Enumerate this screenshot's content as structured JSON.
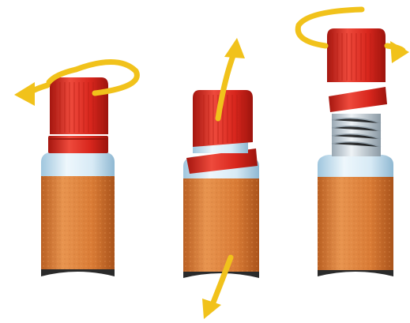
{
  "colors": {
    "cap": "#d8261d",
    "cap_dark": "#a5160f",
    "cap_light": "#ee4a3c",
    "cap_ridge": "#b81d14",
    "seal_band": "#c8221a",
    "bottle_label": "#d97b35",
    "bottle_label_dark": "#b95f22",
    "bottle_label_light": "#e8944f",
    "bottle_glass": "#d7eaf5",
    "bottle_glass_dark": "#9fc6de",
    "bottle_base": "#2a2a2a",
    "thread": "#c9d3da",
    "arrow": "#f1c21b",
    "arrow_dark": "#d9a50a"
  },
  "steps": [
    {
      "name": "twist-cap",
      "icon": "rotate-arrow-icon"
    },
    {
      "name": "tilt-cap-break-seal",
      "icon": "tilt-arrows-icon"
    },
    {
      "name": "unscrew-cap",
      "icon": "rotate-arrow-icon"
    }
  ]
}
